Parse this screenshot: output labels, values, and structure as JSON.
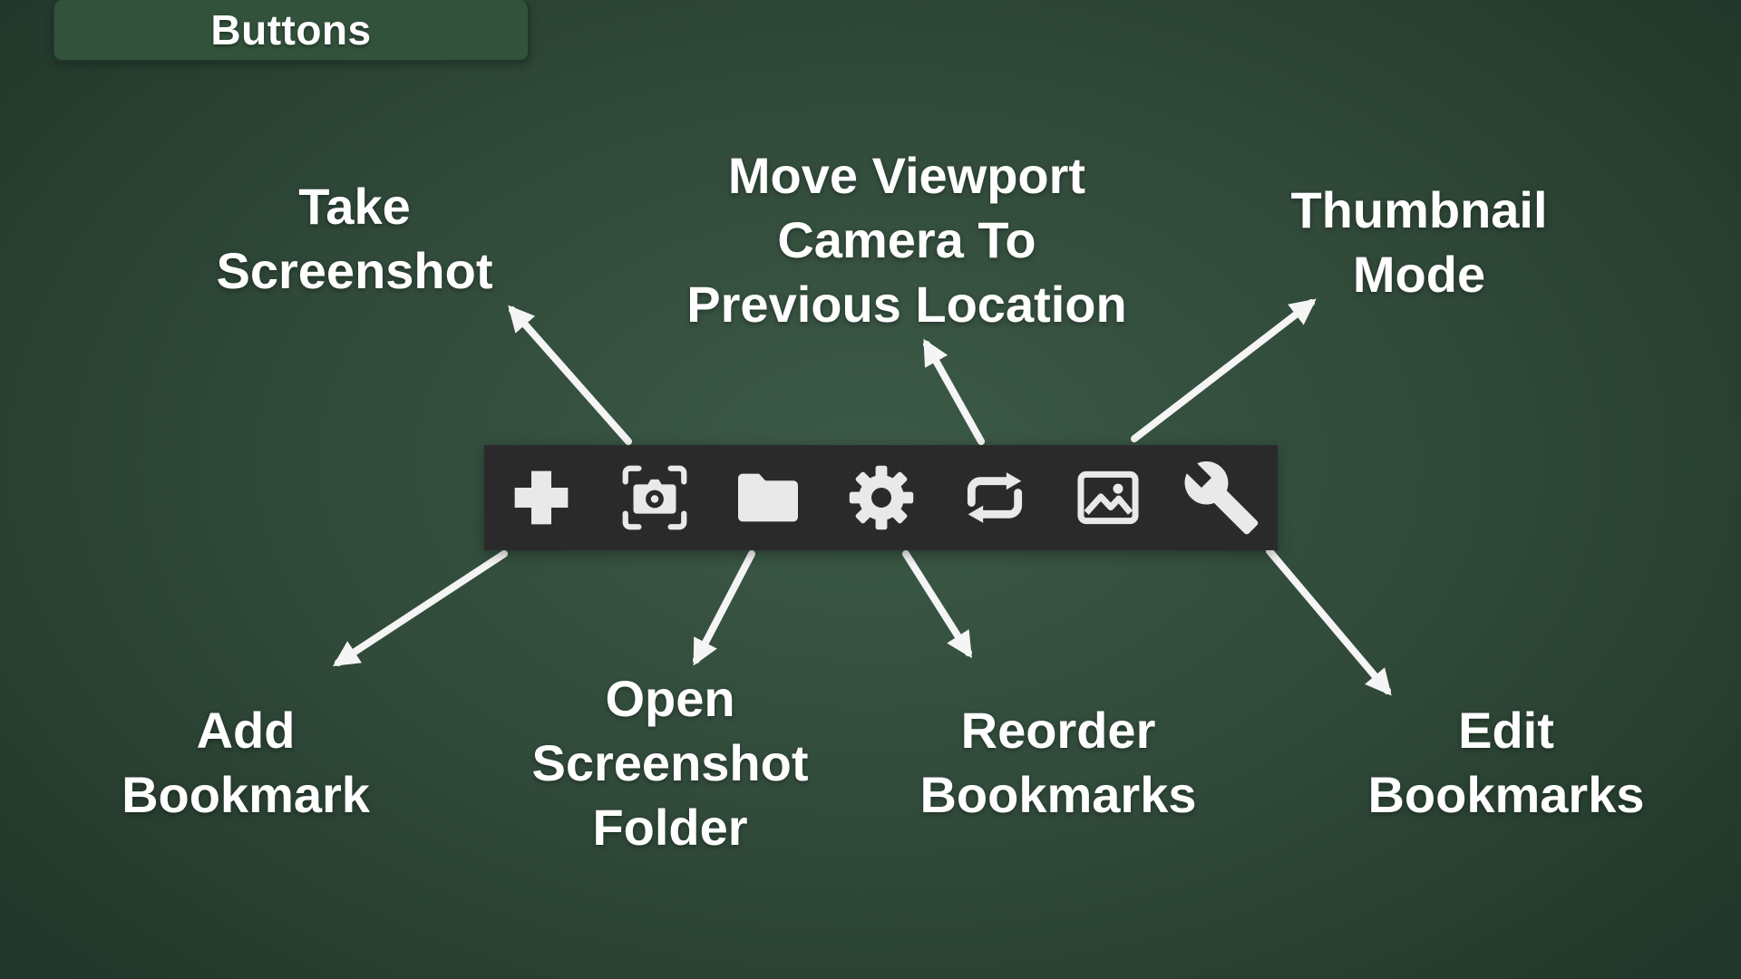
{
  "header": {
    "tab_label": "Buttons"
  },
  "toolbar": {
    "buttons": [
      {
        "icon": "plus-icon",
        "action": "Add Bookmark"
      },
      {
        "icon": "screenshot-camera-icon",
        "action": "Take Screenshot"
      },
      {
        "icon": "folder-icon",
        "action": "Open Screenshot Folder"
      },
      {
        "icon": "gear-icon",
        "action": "Reorder Bookmarks"
      },
      {
        "icon": "repeat-arrows-icon",
        "action": "Move Viewport Camera To Previous Location"
      },
      {
        "icon": "image-icon",
        "action": "Thumbnail Mode"
      },
      {
        "icon": "wrench-icon",
        "action": "Edit Bookmarks"
      }
    ]
  },
  "annotations": {
    "take_screenshot": {
      "text": "Take\nScreenshot",
      "points_to": "screenshot-camera-icon"
    },
    "move_viewport": {
      "text": "Move Viewport\nCamera To\nPrevious Location",
      "points_to": "repeat-arrows-icon"
    },
    "thumbnail_mode": {
      "text": "Thumbnail\nMode",
      "points_to": "image-icon"
    },
    "add_bookmark": {
      "text": "Add\nBookmark",
      "points_to": "plus-icon"
    },
    "open_screenshot_folder": {
      "text": "Open\nScreenshot\nFolder",
      "points_to": "folder-icon"
    },
    "reorder_bookmarks": {
      "text": "Reorder\nBookmarks",
      "points_to": "gear-icon"
    },
    "edit_bookmarks": {
      "text": "Edit\nBookmarks",
      "points_to": "wrench-icon"
    }
  },
  "colors": {
    "background_green": "#314a3a",
    "toolbar_background": "#2b2a2b",
    "tab_background": "#33523c",
    "icon_color": "#e9e9e9",
    "text_color": "#ffffff",
    "arrow_color": "#f5f5f5"
  }
}
